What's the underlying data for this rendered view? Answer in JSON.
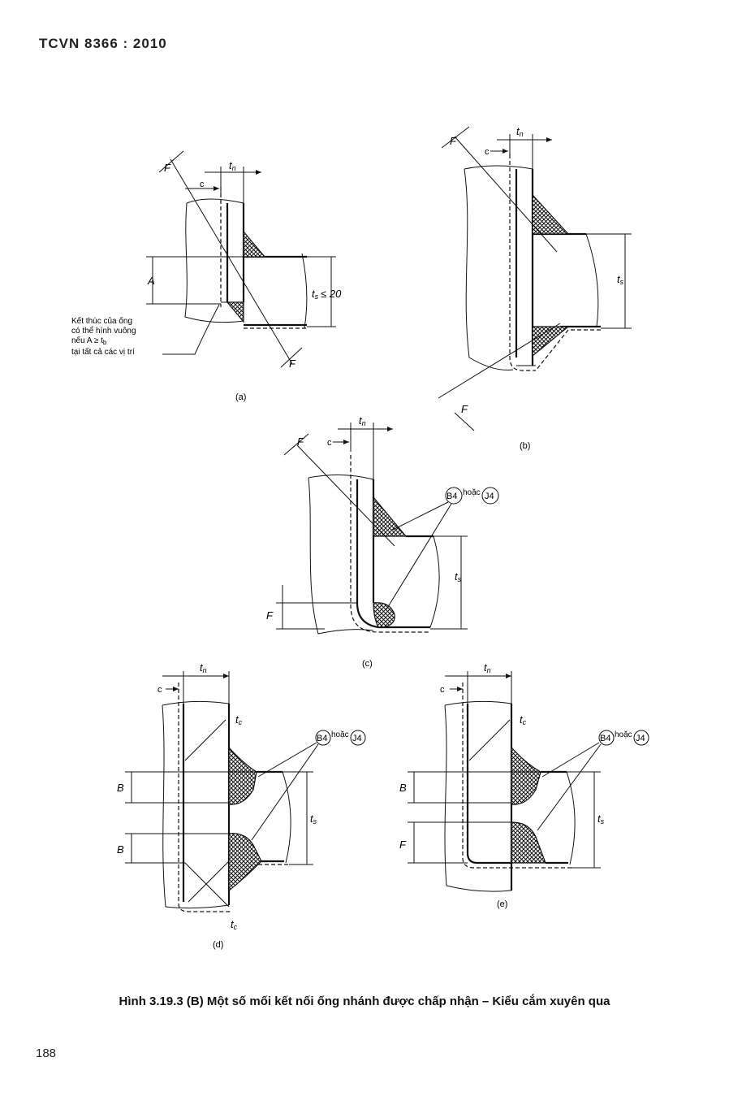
{
  "header": "TCVN 8366 : 2010",
  "page_number": "188",
  "caption": "Hình 3.19.3 (B) Một số mối kết nối ống nhánh được chấp nhận – Kiểu cắm xuyên qua",
  "figures": {
    "a": {
      "caption": "(a)",
      "labels": {
        "F": "F",
        "c": "c",
        "tn": "t",
        "tn_sub": "n",
        "A": "A",
        "ts": "t",
        "ts_sub": "s",
        "ts_cond": "≤ 20"
      },
      "note": [
        "Kết thúc của ống",
        "có thể hình vuông",
        "nếu A ≥ t",
        "tại tất cả các vị trí"
      ],
      "note_sub": "b"
    },
    "b": {
      "caption": "(b)",
      "labels": {
        "F": "F",
        "c": "c",
        "tn": "t",
        "tn_sub": "n",
        "ts": "t",
        "ts_sub": "s"
      }
    },
    "c": {
      "caption": "(c)",
      "labels": {
        "F": "F",
        "c": "c",
        "tn": "t",
        "tn_sub": "n",
        "ts": "t",
        "ts_sub": "s",
        "weld_b4": "B4",
        "hoac": "hoặc",
        "weld_j4": "J4"
      }
    },
    "d": {
      "caption": "(d)",
      "labels": {
        "c": "c",
        "tn": "t",
        "tn_sub": "n",
        "tc": "t",
        "tc_sub": "c",
        "B": "B",
        "ts": "t",
        "ts_sub": "s",
        "weld_b4": "B4",
        "hoac": "hoặc",
        "weld_j4": "J4"
      }
    },
    "e": {
      "caption": "(e)",
      "labels": {
        "c": "c",
        "tn": "t",
        "tn_sub": "n",
        "tc": "t",
        "tc_sub": "c",
        "B": "B",
        "F": "F",
        "ts": "t",
        "ts_sub": "s",
        "weld_b4": "B4",
        "hoac": "hoặc",
        "weld_j4": "J4"
      }
    }
  }
}
